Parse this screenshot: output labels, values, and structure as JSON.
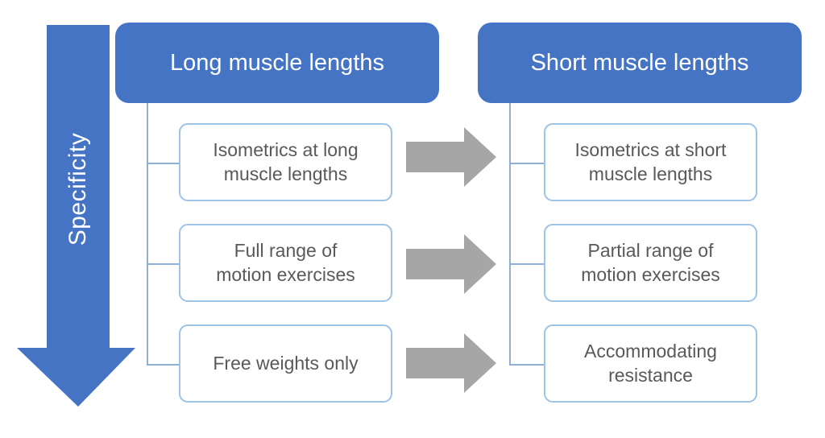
{
  "diagram": {
    "axis_label": "Specificity",
    "columns": [
      {
        "header": "Long muscle lengths",
        "items": [
          "Isometrics at long\nmuscle lengths",
          "Full range of\nmotion exercises",
          "Free weights only"
        ]
      },
      {
        "header": "Short muscle lengths",
        "items": [
          "Isometrics at short\nmuscle lengths",
          "Partial range of\nmotion exercises",
          "Accommodating\nresistance"
        ]
      }
    ],
    "colors": {
      "primary_blue": "#4574c5",
      "flow_arrow_gray": "#a6a6a6",
      "item_text_gray": "#595959",
      "item_border_blue": "#9dc3e6",
      "connector_blue": "#8fafd6"
    },
    "icons": {
      "down_arrow": "specificity-down-arrow",
      "right_arrow": "flow-right-arrow"
    }
  }
}
